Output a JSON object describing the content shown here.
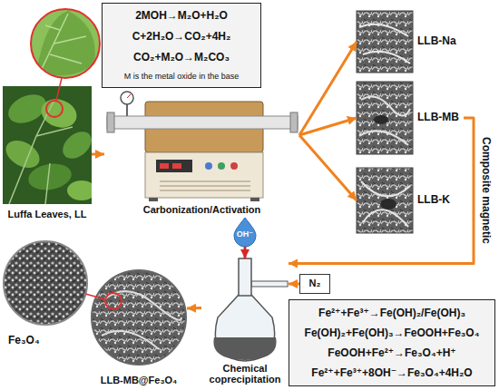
{
  "diagram": {
    "nodes": [
      {
        "text": [
          "Luffa Leaves, LL"
        ]
      },
      {
        "text": [
          "2MOH→M₂O+H₂O",
          "C+2H₂O→CO₂+4H₂",
          "CO₂+M₂O→M₂CO₃",
          "M is the metal oxide in the base"
        ]
      },
      {
        "text": [
          "Carbonization/Activation"
        ]
      },
      {
        "text": [
          "LLB-Na"
        ]
      },
      {
        "text": [
          "LLB-MB"
        ]
      },
      {
        "text": [
          "LLB-K"
        ]
      },
      {
        "text": [
          "OH⁻"
        ]
      },
      {
        "text": [
          "N₂"
        ]
      },
      {
        "text": [
          "Chemical coprecipitation"
        ]
      },
      {
        "text": [
          "Fe₃O₄"
        ]
      },
      {
        "text": [
          "LLB-MB@Fe₃O₄"
        ]
      },
      {
        "text": [
          "Fe²⁺+Fe³⁺→Fe(OH)₂/Fe(OH)₃",
          "Fe(OH)₂+Fe(OH)₃→FeOOH+Fe₃O₄",
          "FeOOH+Fe²⁺→Fe₃O₄+H⁺",
          "Fe²⁺+Fe³⁺+8OH⁻→Fe₃O₄+4H₂O"
        ]
      }
    ],
    "edges": [
      {
        "from": 0,
        "to": 2,
        "arrow": "to"
      },
      {
        "from": 2,
        "to": 3,
        "arrow": "to"
      },
      {
        "from": 2,
        "to": 4,
        "arrow": "to"
      },
      {
        "from": 2,
        "to": 5,
        "arrow": "to"
      },
      {
        "from": 4,
        "to": 8,
        "arrow": "to",
        "label": "Composite magnetic"
      },
      {
        "from": 6,
        "to": 8,
        "arrow": "to"
      },
      {
        "from": 7,
        "to": 8,
        "arrow": "to"
      },
      {
        "from": 8,
        "to": 10,
        "arrow": "to"
      }
    ]
  }
}
